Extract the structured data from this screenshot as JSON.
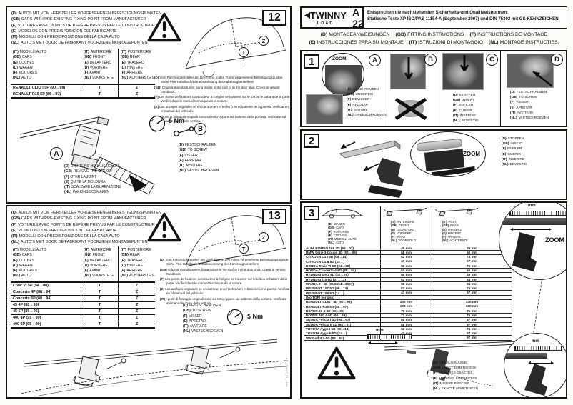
{
  "letters": {
    "a": "A",
    "b": "B",
    "c": "C",
    "d": "D",
    "t": "T",
    "z": "Z"
  },
  "labels": {
    "zoom": "ZOOM",
    "mm": "mm",
    "torque": "5 Nm"
  },
  "doc_code": "BT_TWA02_05_1608",
  "fixing_header": [
    {
      "lang": "(D)",
      "text": "AUTOS MIT VOM HERSTELLER VORGESEHENEN BEFESTIGUNGSPUNKTEN"
    },
    {
      "lang": "(GB)",
      "text": "CARS WITH PRE-EXISTING FIXING POINT FROM MANUFACTURER"
    },
    {
      "lang": "(F)",
      "text": "VOITURES AVEC POINTS DE REPÈRE PREVUS PAR LE CONSTRUCTEUR"
    },
    {
      "lang": "(E)",
      "text": "MODELOS CON PREDISPOSICION DEL FABRICANTE"
    },
    {
      "lang": "(IT)",
      "text": "MODELLI CON PREDISPOSIZIONE DELLA CASA AUTO"
    },
    {
      "lang": "(NL)",
      "text": "AUTO'S MET DOOR DE FABRIKANT VOORZIENE MONTAGEPUNTEN"
    }
  ],
  "fixing_notes": [
    {
      "lang": "(D)",
      "text": "Vom Fahrzeughersteller am Dach bzw. in den Türen vorgesehene Befestigungspunkte. Siehe Pkw-Handbuch/Betriebsanleitung des Fahrzeugherstellers!"
    },
    {
      "lang": "(GB)",
      "text": "Original manufacturers fixing points in the roof or in the door shut. Check in vehicle handbook."
    },
    {
      "lang": "(F)",
      "text": "Les points de fixations constructeur à l'origine se trouvent sur le toit ou le battant de la porte. Vérifier dans le manuel technique de la voiture."
    },
    {
      "lang": "(E)",
      "text": "Los anclajes originales se encuentran en el techo ó en el batiente de la puerta. Verificar en el manual del vehículo."
    },
    {
      "lang": "(IT)",
      "text": "I punti di fissaggio originali sono sul tetto oppure sul battente della portiera. Verificate sul manuale d'uso della vettura."
    }
  ],
  "car_col": [
    {
      "lang": "(IT)",
      "text": "MODELLI AUTO"
    },
    {
      "lang": "(GB)",
      "text": "CARS"
    },
    {
      "lang": "(E)",
      "text": "COCHES"
    },
    {
      "lang": "(D)",
      "text": "WAGEN"
    },
    {
      "lang": "(F)",
      "text": "VOITURES"
    },
    {
      "lang": "(NL)",
      "text": "AUTO"
    }
  ],
  "front_col": [
    {
      "lang": "(IT)",
      "text": "ANTERIORE"
    },
    {
      "lang": "(GB)",
      "text": "FRONT"
    },
    {
      "lang": "(E)",
      "text": "DELANTERO"
    },
    {
      "lang": "(D)",
      "text": "VORDERE"
    },
    {
      "lang": "(F)",
      "text": "AVANT"
    },
    {
      "lang": "(NL)",
      "text": "VOORSTE G."
    }
  ],
  "rear_col": [
    {
      "lang": "(IT)",
      "text": "POSTERIORE"
    },
    {
      "lang": "(GB)",
      "text": "REAR"
    },
    {
      "lang": "(E)",
      "text": "TRASERO"
    },
    {
      "lang": "(D)",
      "text": "HINTERE"
    },
    {
      "lang": "(F)",
      "text": "ARRIERE"
    },
    {
      "lang": "(NL)",
      "text": "ACHTERSTE G."
    }
  ],
  "screw_labels": [
    {
      "lang": "(D)",
      "text": "FESTSCHRAUBEN"
    },
    {
      "lang": "(GB)",
      "text": "TO SCREW"
    },
    {
      "lang": "(F)",
      "text": "VISSER"
    },
    {
      "lang": "(E)",
      "text": "APRETAR"
    },
    {
      "lang": "(IT)",
      "text": "AVVITARE"
    },
    {
      "lang": "(NL)",
      "text": "VASTSCHROEVEN"
    }
  ],
  "insert_labels": [
    {
      "lang": "(D)",
      "text": "STOPFEN"
    },
    {
      "lang": "(GB)",
      "text": "INSERT"
    },
    {
      "lang": "(F)",
      "text": "ENFILER"
    },
    {
      "lang": "(E)",
      "text": "CUBRIR"
    },
    {
      "lang": "(IT)",
      "text": "INSERIRE"
    },
    {
      "lang": "(NL)",
      "text": "BEVESTIG"
    }
  ],
  "panel12": {
    "number": "12",
    "rows": [
      {
        "model": "RENAULT CLIO I 5P (90→98)",
        "front": "T",
        "rear": "Z"
      },
      {
        "model": "RENAULT R19 5P (88→97)",
        "front": "T",
        "rear": "Z"
      }
    ],
    "gasket_labels": [
      {
        "lang": "(D)",
        "text": "DICHTUNG HERAUSZIEHEN"
      },
      {
        "lang": "(GB)",
        "text": "REMOVE THE GASKET"
      },
      {
        "lang": "(F)",
        "text": "OTER LA JOINT"
      },
      {
        "lang": "(E)",
        "text": "QUITE LA MOLDURA"
      },
      {
        "lang": "(IT)",
        "text": "SCALZARE LA GUARNIZIONE"
      },
      {
        "lang": "(NL)",
        "text": "PAKKING LOSMAKEN"
      }
    ]
  },
  "panel13": {
    "number": "13",
    "rows": [
      {
        "model": "Civic VI 5P (94→00)",
        "front": "T",
        "rear": "Z"
      },
      {
        "model": "Concerto 4P (88→94)",
        "front": "T",
        "rear": "Z"
      },
      {
        "model": "Concerto 5P (88→94)",
        "front": "T",
        "rear": "Z"
      },
      {
        "model": "45 4P (88→95)",
        "front": "T",
        "rear": "Z"
      },
      {
        "model": "45 5P (88→95)",
        "front": "T",
        "rear": "Z"
      },
      {
        "model": "400 4P (95→99)",
        "front": "T",
        "rear": "Z"
      },
      {
        "model": "400 5P (95→99)",
        "front": "T",
        "rear": "Z"
      }
    ]
  },
  "header": {
    "brand_top": "TWINNY",
    "brand_bottom": "LOAD",
    "model": "A 22",
    "norms_line1": "Entsprechen die nachstehenden Sicherheits-und Qualitaetsnormen:",
    "norms_line2": "Statische Teste XP ISO/PAS 11154-A (September 2007) und DIN 75302 mit GS-KENNZEICHEN.",
    "fitting_row1": [
      {
        "lang": "(D)",
        "text": "MONTAGEANWEISUNGEN"
      },
      {
        "lang": "(GB)",
        "text": "FITTING INSTRUCTIONS"
      },
      {
        "lang": "(F)",
        "text": "INSTRUCTIONS DE MONTAGE"
      }
    ],
    "fitting_row2": [
      {
        "lang": "(E)",
        "text": "INSTRUCCIONES PARA SU MONTAJE"
      },
      {
        "lang": "(IT)",
        "text": "ISTRUZIONI DI MONTAGGIO"
      },
      {
        "lang": "(NL)",
        "text": "MONTAGE INSTRUCTIES."
      }
    ]
  },
  "step1": {
    "number": "1",
    "unscrew_labels": [
      {
        "lang": "(D)",
        "text": "ABSCHRAUBEN"
      },
      {
        "lang": "(GB)",
        "text": "UNSCREW"
      },
      {
        "lang": "(F)",
        "text": "DEVISSER"
      },
      {
        "lang": "(E)",
        "text": "AFLOJAR"
      },
      {
        "lang": "(IT)",
        "text": "SVITARE"
      },
      {
        "lang": "(NL)",
        "text": "OPENSCHROEVEN"
      }
    ]
  },
  "step2": {
    "number": "2"
  },
  "step3": {
    "number": "3",
    "car_col": [
      {
        "lang": "(D)",
        "text": "WAGEN"
      },
      {
        "lang": "(GB)",
        "text": "CARS"
      },
      {
        "lang": "(F)",
        "text": "VOITURES"
      },
      {
        "lang": "(E)",
        "text": "COCHES"
      },
      {
        "lang": "(IT)",
        "text": "MODELLI AUTO"
      },
      {
        "lang": "(NL)",
        "text": "AUTO"
      }
    ],
    "front_col": [
      {
        "lang": "(IT)",
        "text": "ANTERIORE"
      },
      {
        "lang": "(GB)",
        "text": "FRONT"
      },
      {
        "lang": "(E)",
        "text": "DELANTERO"
      },
      {
        "lang": "(D)",
        "text": "VORDERE"
      },
      {
        "lang": "(F)",
        "text": "AVANT"
      },
      {
        "lang": "(NL)",
        "text": "VOORSTE G."
      }
    ],
    "rear_col": [
      {
        "lang": "(IT)",
        "text": "POST."
      },
      {
        "lang": "(GB)",
        "text": "REAR"
      },
      {
        "lang": "(E)",
        "text": "TRASERO"
      },
      {
        "lang": "(D)",
        "text": "HINTERE"
      },
      {
        "lang": "(F)",
        "text": "ARRIERE"
      },
      {
        "lang": "(NL)",
        "text": "ACHTERSTE"
      }
    ],
    "rows": [
      {
        "model": "ALFA ROMEO 166 4D (98→07)",
        "front": "49 mm",
        "rear": "38 mm"
      },
      {
        "model": "BMW Serie 3 Coupè 3D (92→99)",
        "front": "68 mm",
        "rear": "60 mm"
      },
      {
        "model": "CITROEN C1 I 5D (05→14)",
        "front": "62 mm",
        "rear": "74 mm"
      },
      {
        "model": "CITROEN C1 II 5D (14→)",
        "front": "47 mm",
        "rear": "57 mm"
      },
      {
        "model": "HONDA Civic VI 5D (94→00)",
        "front": "82 mm",
        "rear": "70 mm"
      },
      {
        "model": "HONDA Concerto 4-5D (88→94)",
        "front": "52 mm",
        "rear": "65 mm"
      },
      {
        "model": "HYUNDAI Getz 5D (02→09)",
        "front": "58 mm",
        "rear": "45 mm"
      },
      {
        "model": "HYUNDAI i10 5D (07→13)",
        "front": "53 mm",
        "rear": "53 mm"
      },
      {
        "model": "MAZDA 2 I 5D (09/2004→2007)",
        "front": "55 mm",
        "rear": "58 mm"
      },
      {
        "model": "PEUGEOT 107 5D (05→14)",
        "front": "62 mm",
        "rear": "74 mm"
      },
      {
        "model": "PEUGEOT 108 5D (14→)",
        "front": "47 mm",
        "rear": "57 mm"
      },
      {
        "model": "(No TOP!  version)",
        "front": "",
        "rear": ""
      },
      {
        "model": "RENAULT CLIO I 5D (90→98)",
        "front": "100 mm",
        "rear": "100 mm"
      },
      {
        "model": "RENAULT R19 5D (88→97)",
        "front": "100 mm",
        "rear": "100 mm"
      },
      {
        "model": "ROVER 45 4-5D (00→05)",
        "front": "77 mm",
        "rear": "75 mm"
      },
      {
        "model": "ROVER 400 4-5D (95→99)",
        "front": "77 mm",
        "rear": "75 mm"
      },
      {
        "model": "SKODA Felicia I 4D (94→97)",
        "front": "88 mm",
        "rear": "87 mm"
      },
      {
        "model": "SKODA Felicia II 4D (98→01)",
        "front": "88 mm",
        "rear": "87 mm"
      },
      {
        "model": "TOYOTA Aygo I 5D (05→14)",
        "front": "62 mm",
        "rear": "74 mm"
      },
      {
        "model": "TOYOTA Aygo II 5D (14→)",
        "front": "47 mm",
        "rear": "57 mm"
      },
      {
        "model": "VW Golf II 3-5D (83→92)",
        "front": "97 mm",
        "rear": "97 mm"
      }
    ],
    "exact_labels": [
      {
        "lang": "(D)",
        "text": "GENAUE MASSE"
      },
      {
        "lang": "(GB)",
        "text": "EXACT DIMENSIONS"
      },
      {
        "lang": "(F)",
        "text": "MESURES EXACTES"
      },
      {
        "lang": "(E)",
        "text": "MEDIDAS CORRECTAS"
      },
      {
        "lang": "(IT)",
        "text": "MISURE PRECISE"
      },
      {
        "lang": "(NL)",
        "text": "EXACTE AFMETINGEN"
      }
    ]
  }
}
